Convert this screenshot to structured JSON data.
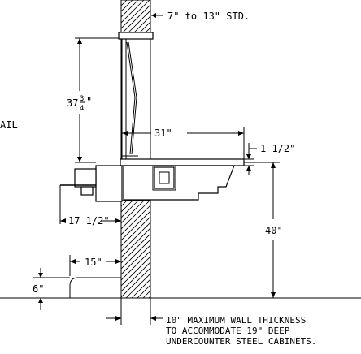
{
  "labels": {
    "wall_range": "7\" to 13\" STD.",
    "height_37": "37",
    "frac_num": "3",
    "frac_den": "4",
    "inch_mark": "\"",
    "depth_31": "31\"",
    "top_thickness": "1 1/2\"",
    "height_40": "40\"",
    "projection": "17 1/2\"",
    "offset_15": "15\"",
    "base_6": "6\"",
    "edge_text": "AIL"
  },
  "note": {
    "line1": "10\" MAXIMUM WALL THICKNESS",
    "line2": "TO ACCOMMODATE 19\" DEEP",
    "line3": "UNDERCOUNTER STEEL CABINETS."
  }
}
